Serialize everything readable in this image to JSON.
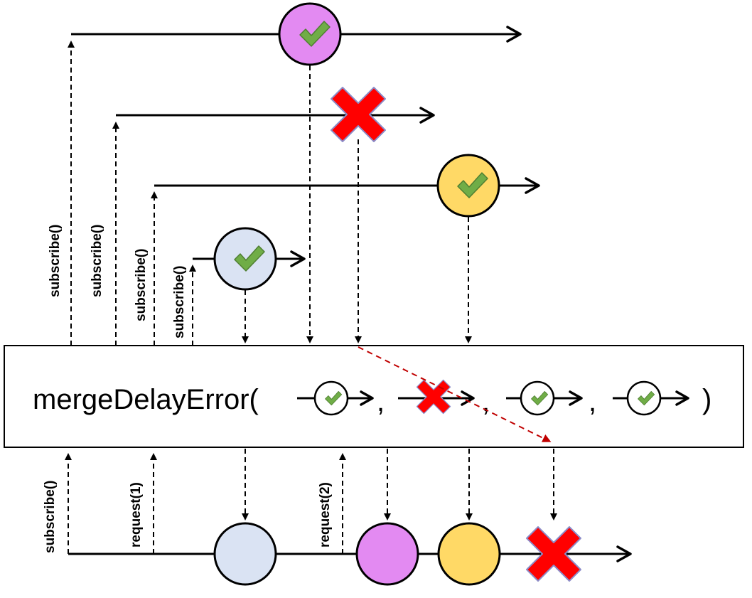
{
  "operator": {
    "text": "mergeDelayError(",
    "close": ")",
    "separator": ","
  },
  "sources": [
    {
      "subscribe_label": "subscribe()",
      "emits": "check",
      "color": "#e38af2"
    },
    {
      "subscribe_label": "subscribe()",
      "emits": "error",
      "color": "#ff0000"
    },
    {
      "subscribe_label": "subscribe()",
      "emits": "check",
      "color": "#ffd966"
    },
    {
      "subscribe_label": "subscribe()",
      "emits": "check",
      "color": "#dae3f3"
    }
  ],
  "output": {
    "subscribe_label": "subscribe()",
    "request_labels": [
      "request(1)",
      "request(2)"
    ],
    "items": [
      {
        "kind": "circle",
        "color": "#dae3f3"
      },
      {
        "kind": "circle",
        "color": "#e38af2"
      },
      {
        "kind": "circle",
        "color": "#ffd966"
      },
      {
        "kind": "error",
        "color": "#ff0000"
      }
    ]
  },
  "colors": {
    "check_green": "#70ad47",
    "error_red": "#ff0000",
    "delayed_error_arrow": "#c00000"
  },
  "icons": [
    "check-icon",
    "error-x-icon"
  ]
}
